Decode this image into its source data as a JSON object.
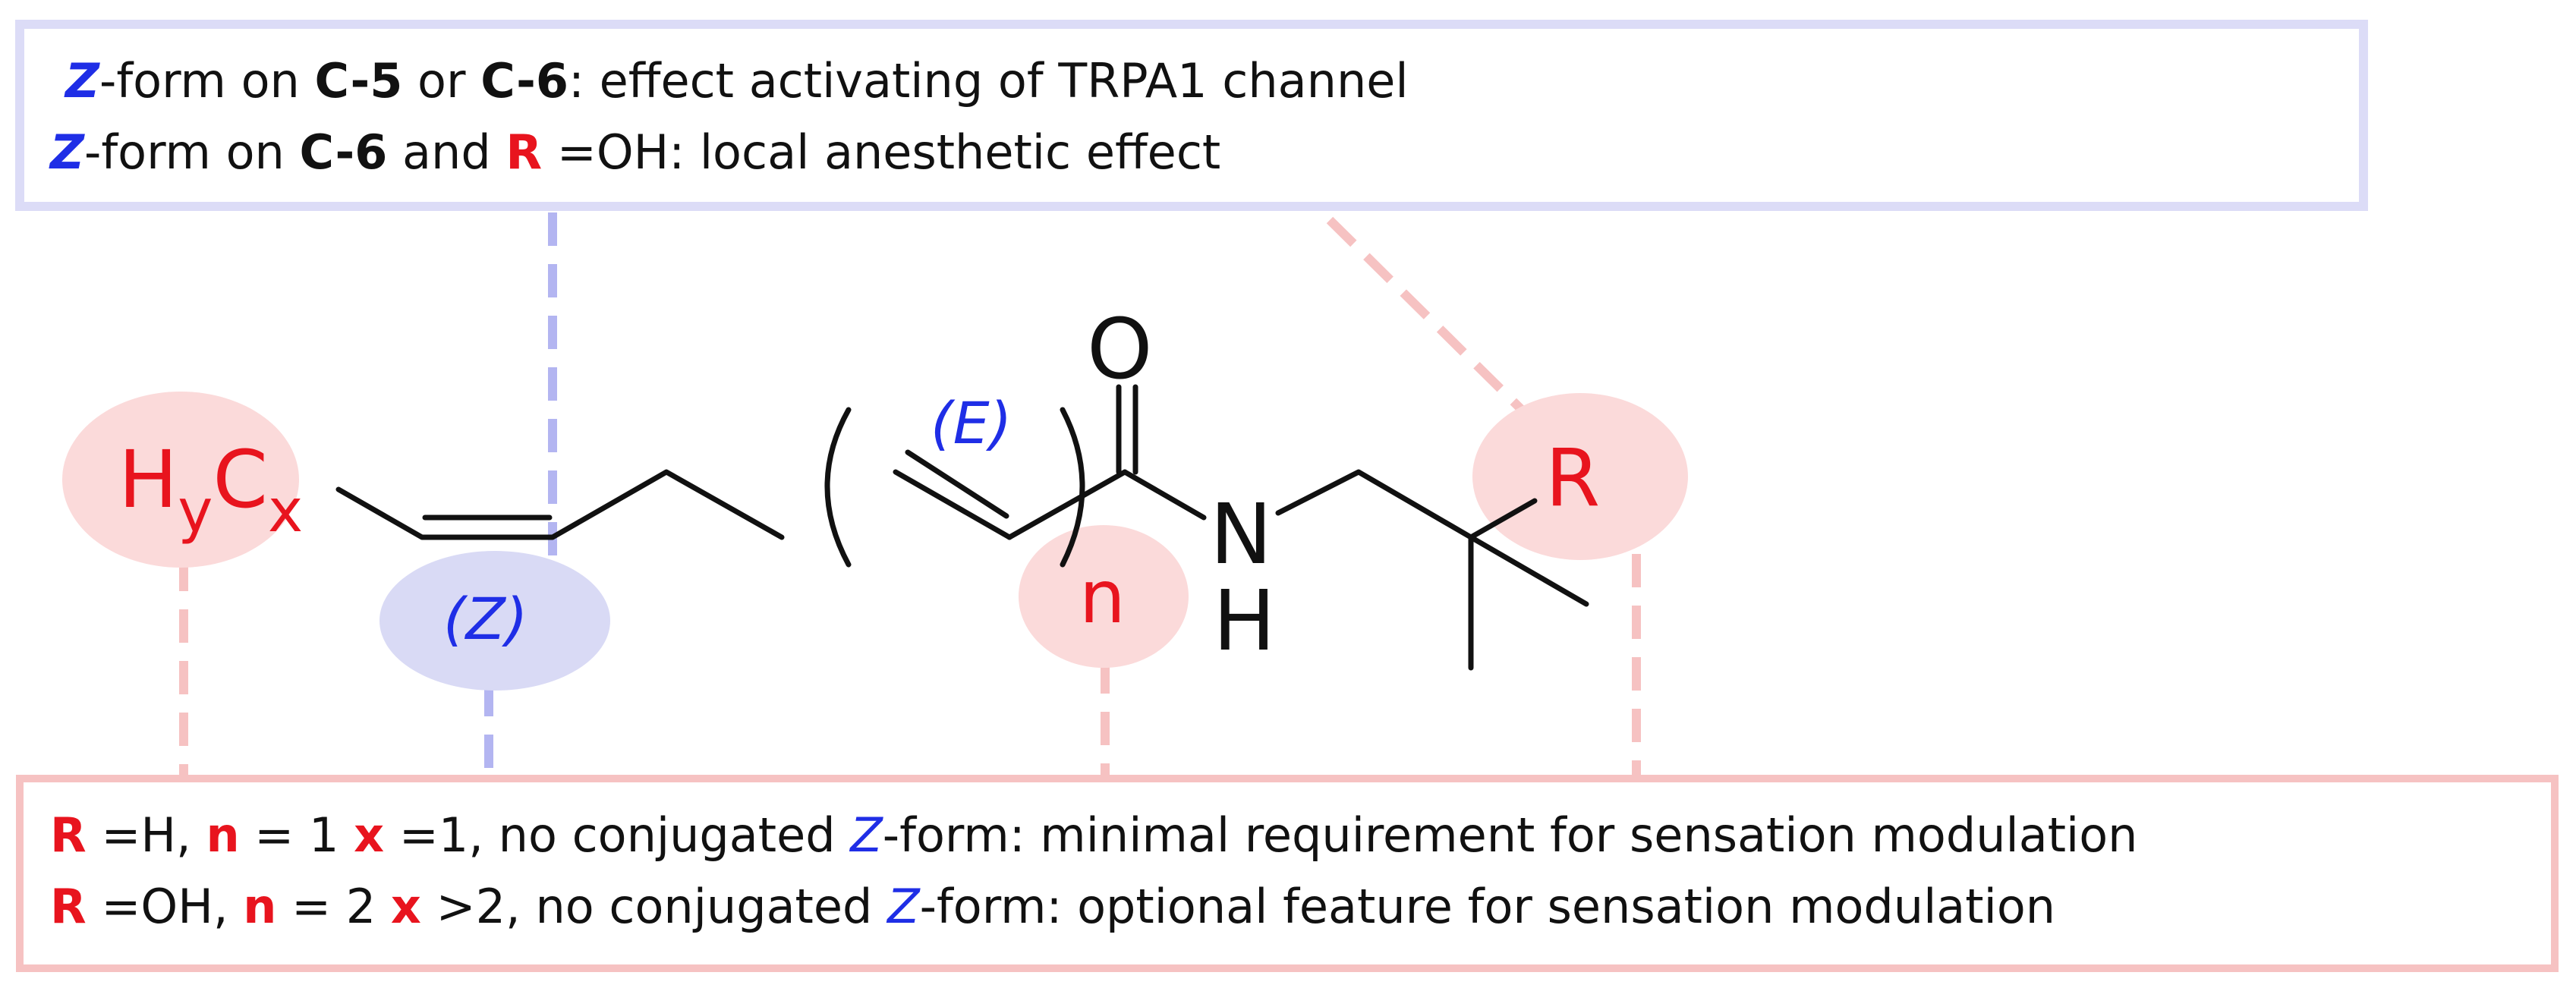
{
  "top_box": {
    "line1": {
      "z": "Z",
      "t1": "-form on ",
      "c5": "C-5",
      "t2": " or ",
      "c6": "C-6",
      "t3": ": effect activating of  TRPA1 channel"
    },
    "line2": {
      "z": "Z",
      "t1": "-form on ",
      "c6": "C-6",
      "t2": " and ",
      "r": "R",
      "t3": " =OH: local anesthetic effect"
    }
  },
  "bottom_box": {
    "line1": {
      "r": "R",
      "t1": " =H, ",
      "n": "n",
      "t2": " = 1 ",
      "x": "x",
      "t3": " =1, no conjugated ",
      "z": "Z",
      "t4": "-form: minimal requirement for sensation modulation"
    },
    "line2": {
      "r": "R",
      "t1": " =OH, ",
      "n": "n",
      "t2": " = 2 ",
      "x": "x",
      "t3": " >2, no conjugated ",
      "z": "Z",
      "t4": "-form: optional feature for sensation modulation"
    }
  },
  "structure": {
    "hy_h": "H",
    "hy_y": "y",
    "hy_c": "C",
    "hy_x": "x",
    "z_label": "(Z)",
    "e_label": "(E)",
    "n_label": "n",
    "o_atom": "O",
    "n_atom": "N",
    "h_atom": "H",
    "r_label": "R"
  },
  "colors": {
    "red": "#e8141e",
    "blue": "#1f2ee6",
    "pink_fill": "#fbdada",
    "lavender_fill": "#d9daf5",
    "top_border": "#dcdcf7",
    "bottom_border": "#f6c2c2"
  }
}
